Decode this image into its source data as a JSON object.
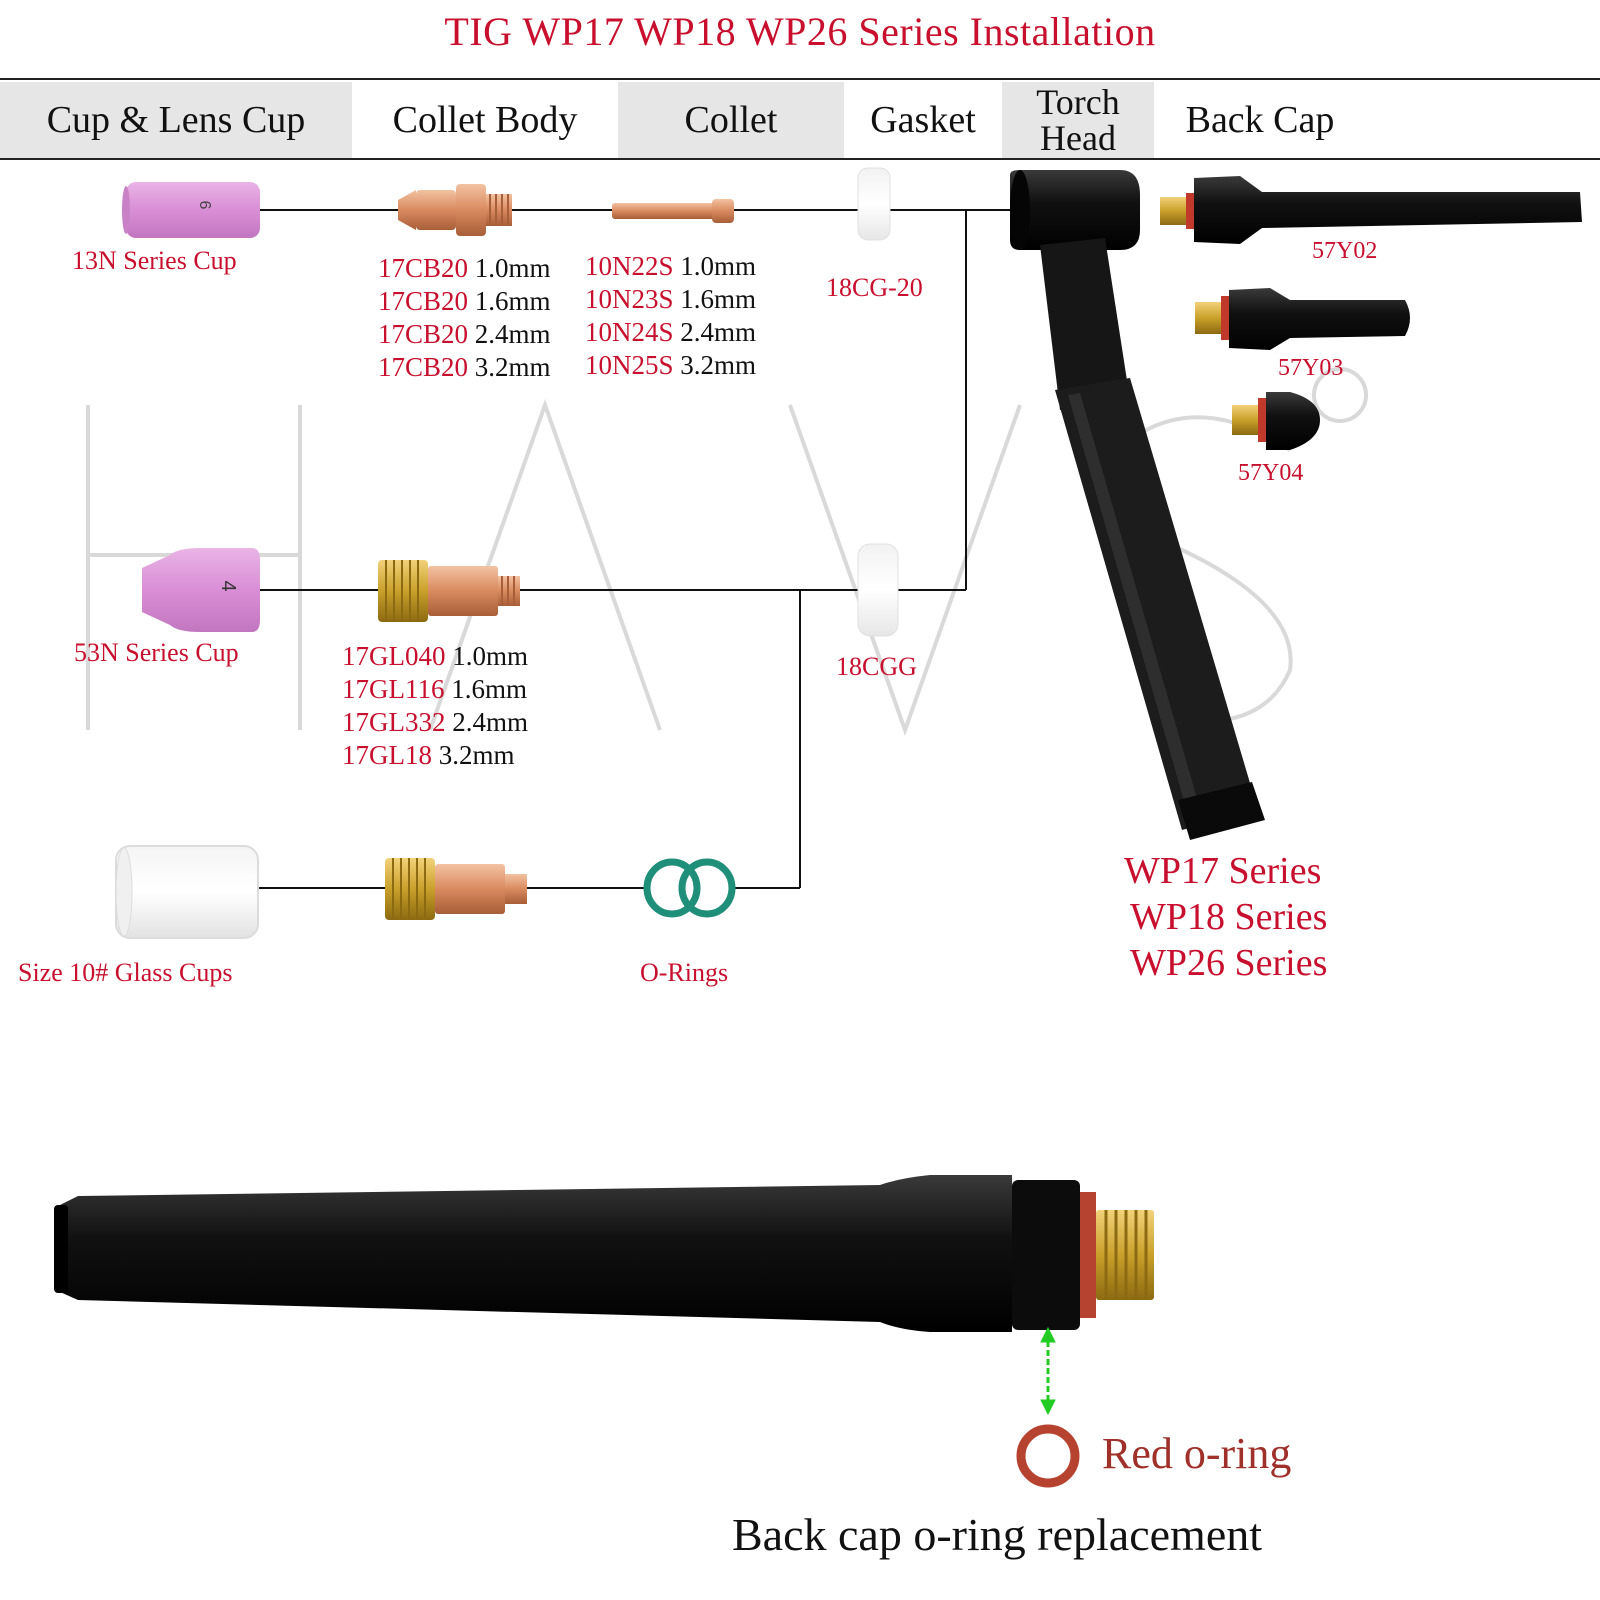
{
  "title": "TIG WP17 WP18 WP26 Series Installation",
  "headers": {
    "cup": "Cup & Lens Cup",
    "collet_body": "Collet Body",
    "collet": "Collet",
    "gasket": "Gasket",
    "torch_head_line1": "Torch",
    "torch_head_line2": "Head",
    "back_cap": "Back Cap"
  },
  "row1": {
    "cup_label": "13N Series Cup",
    "cup_number": "6",
    "collet_bodies": [
      {
        "code": "17CB20",
        "size": "1.0mm"
      },
      {
        "code": "17CB20",
        "size": "1.6mm"
      },
      {
        "code": "17CB20",
        "size": "2.4mm"
      },
      {
        "code": "17CB20",
        "size": "3.2mm"
      }
    ],
    "collets": [
      {
        "code": "10N22S",
        "size": "1.0mm"
      },
      {
        "code": "10N23S",
        "size": "1.6mm"
      },
      {
        "code": "10N24S",
        "size": "2.4mm"
      },
      {
        "code": "10N25S",
        "size": "3.2mm"
      }
    ],
    "gasket_label": "18CG-20"
  },
  "row2": {
    "cup_label": "53N Series Cup",
    "cup_number": "4",
    "gas_lenses": [
      {
        "code": "17GL040",
        "size": "1.0mm"
      },
      {
        "code": "17GL116",
        "size": "1.6mm"
      },
      {
        "code": "17GL332",
        "size": "2.4mm"
      },
      {
        "code": "17GL18",
        "size": "3.2mm"
      }
    ],
    "gasket_label": "18CGG"
  },
  "row3": {
    "cup_label": "Size 10# Glass Cups",
    "oring_label": "O-Rings"
  },
  "back_caps": [
    "57Y02",
    "57Y03",
    "57Y04"
  ],
  "torch_series": [
    "WP17 Series",
    "WP18 Series",
    "WP26 Series"
  ],
  "watermark": "HAVS",
  "bottom": {
    "oring_label": "Red o-ring",
    "caption": "Back cap o-ring replacement"
  },
  "colors": {
    "label_red": "#c8102e",
    "cup_pink": "#d98ed6",
    "copper": "#d98a5f",
    "brass": "#c9a02a",
    "oring_green": "#1f8f7a",
    "oring_red": "#b5432f",
    "arrow_green": "#22cc22",
    "header_gray": "#e6e6e6"
  }
}
